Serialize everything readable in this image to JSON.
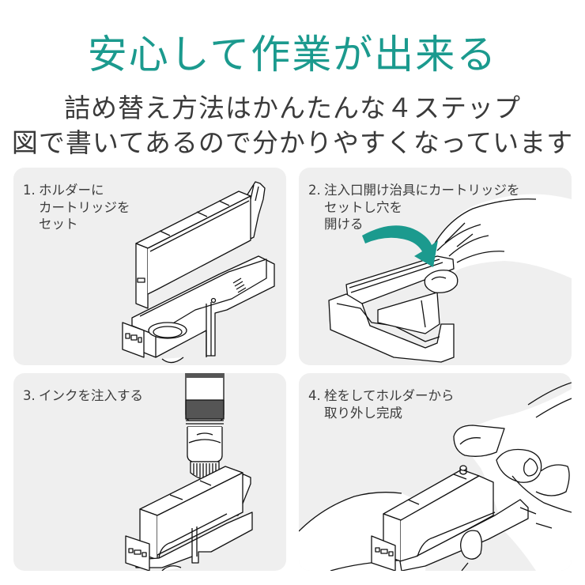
{
  "header": {
    "title": "安心して作業が出来る",
    "subtitle_line1": "詰め替え方法はかんたんな４ステップ",
    "subtitle_line2": "図で書いてあるので分かりやすくなっています"
  },
  "colors": {
    "accent": "#1b9a8e",
    "panel_bg": "#efefef",
    "text": "#3c3c3c"
  },
  "steps": [
    {
      "number": "1.",
      "lines": [
        "ホルダーに",
        "カートリッジを",
        "セット"
      ],
      "illustration": "cartridge-into-holder"
    },
    {
      "number": "2.",
      "lines": [
        "注入口開け治具にカートリッジを",
        "セットし穴を",
        "開ける"
      ],
      "illustration": "hand-pressing-opener-tool",
      "arrow_color": "#1b9a8e"
    },
    {
      "number": "3.",
      "lines": [
        "インクを注入する"
      ],
      "illustration": "syringe-injecting-ink"
    },
    {
      "number": "4.",
      "lines": [
        "栓をしてホルダーから",
        "取り外し完成"
      ],
      "illustration": "hands-removing-cartridge"
    }
  ]
}
